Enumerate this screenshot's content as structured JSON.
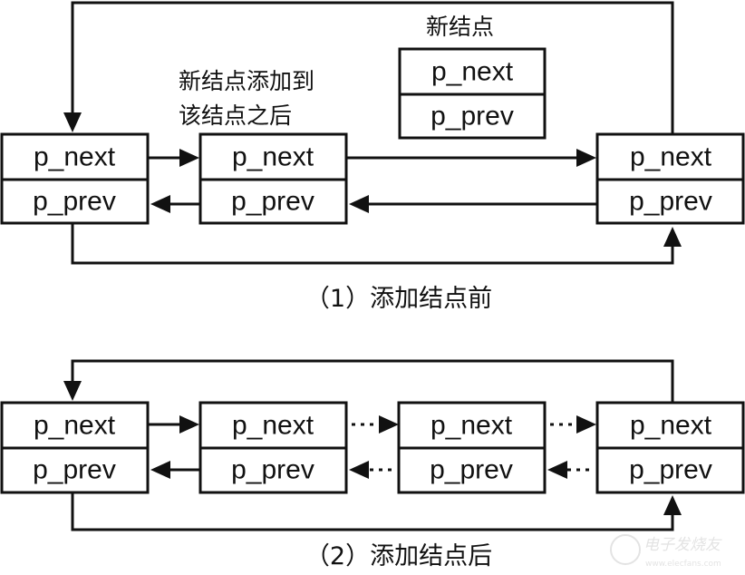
{
  "diagram1": {
    "new_node_title": "新结点",
    "insert_note_line1": "新结点添加到",
    "insert_note_line2": "该结点之后",
    "field_next": "p_next",
    "field_prev": "p_prev",
    "caption": "（1）添加结点前"
  },
  "diagram2": {
    "field_next": "p_next",
    "field_prev": "p_prev",
    "caption": "（2）添加结点后"
  },
  "watermark": {
    "text": "电子发烧友",
    "url_text": "www.elecfans.com"
  }
}
